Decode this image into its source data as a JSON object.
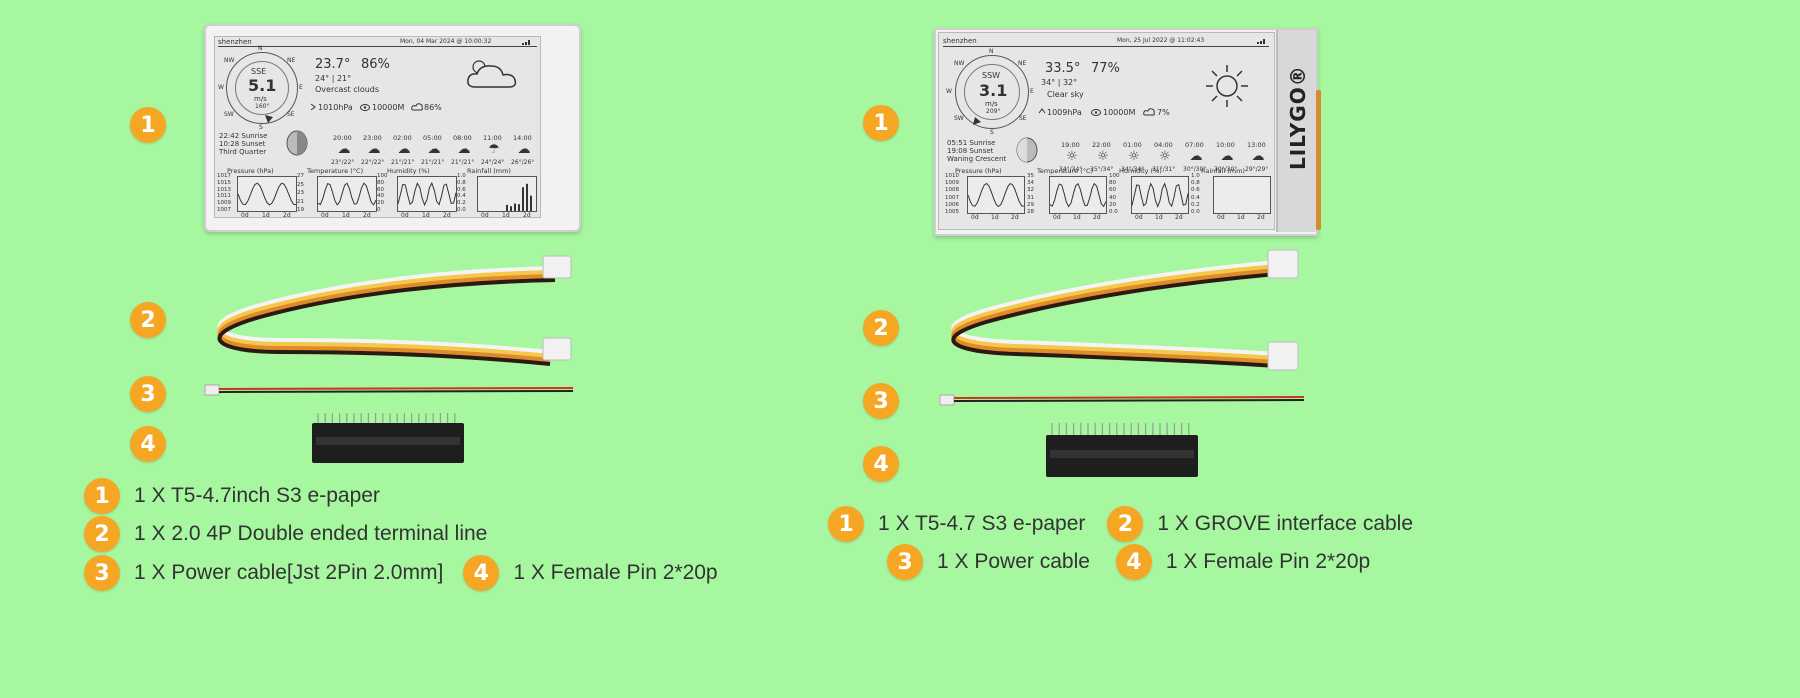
{
  "left": {
    "badges": [
      "1",
      "2",
      "3",
      "4"
    ],
    "device": {
      "city": "shenzhen",
      "datetime": "Mon, 04 Mar 2024 @ 10:00:32",
      "wind_dir": "SSE",
      "wind_speed": "5.1",
      "wind_unit": "m/s",
      "wind_deg": "160°",
      "compass": [
        "N",
        "NE",
        "E",
        "SE",
        "S",
        "SW",
        "W",
        "NW"
      ],
      "temp": "23.7°",
      "humidity": "86%",
      "hi_lo": "24° | 21°",
      "condition": "Overcast clouds",
      "pressure": "1010hPa",
      "visibility": "10000M",
      "cloud": "86%",
      "sunrise": "22:42 Sunrise",
      "sunset": "10:28 Sunset",
      "moon": "Third Quarter",
      "hours": [
        "20:00",
        "23:00",
        "02:00",
        "05:00",
        "08:00",
        "11:00",
        "14:00"
      ],
      "temps": [
        "23°/22°",
        "22°/22°",
        "21°/21°",
        "21°/21°",
        "21°/21°",
        "24°/24°",
        "26°/26°"
      ],
      "chart_titles": [
        "Pressure (hPa)",
        "Temperature (°C)",
        "Humidity (%)",
        "Rainfall (mm)"
      ],
      "pressure_ticks": [
        "1017",
        "1015",
        "1013",
        "1011",
        "1009",
        "1007"
      ],
      "temp_ticks": [
        "27",
        "25",
        "23",
        "21",
        "19"
      ],
      "hum_ticks": [
        "100",
        "80",
        "60",
        "40",
        "20",
        "0"
      ],
      "rain_ticks": [
        "1.0",
        "0.8",
        "0.6",
        "0.4",
        "0.2",
        "0.0"
      ],
      "days": [
        "0d",
        "1d",
        "2d"
      ]
    },
    "items": [
      {
        "num": "1",
        "text": "1 X T5-4.7inch S3 e-paper"
      },
      {
        "num": "2",
        "text": "1 X 2.0  4P Double ended terminal line"
      },
      {
        "num": "3",
        "text": "1 X Power cable[Jst 2Pin 2.0mm]"
      },
      {
        "num": "4",
        "text": "1 X Female Pin 2*20p"
      }
    ]
  },
  "right": {
    "badges": [
      "1",
      "2",
      "3",
      "4"
    ],
    "device": {
      "city": "shenzhen",
      "datetime": "Mon, 25 Jul 2022 @ 11:02:43",
      "wind_dir": "SSW",
      "wind_speed": "3.1",
      "wind_unit": "m/s",
      "wind_deg": "209°",
      "compass": [
        "N",
        "NE",
        "E",
        "SE",
        "S",
        "SW",
        "W",
        "NW"
      ],
      "temp": "33.5°",
      "humidity": "77%",
      "hi_lo": "34° | 32°",
      "condition": "Clear sky",
      "pressure": "1009hPa",
      "visibility": "10000M",
      "cloud": "7%",
      "sunrise": "05:51 Sunrise",
      "sunset": "19:08 Sunset",
      "moon": "Waning Crescent",
      "hours": [
        "19:00",
        "22:00",
        "01:00",
        "04:00",
        "07:00",
        "10:00",
        "13:00"
      ],
      "temps": [
        "34°/34°",
        "35°/34°",
        "34°/34°",
        "31°/31°",
        "30°/30°",
        "30°/30°",
        "29°/29°"
      ],
      "chart_titles": [
        "Pressure (hPa)",
        "Temperature (°C)",
        "Humidity (%)",
        "Rainfall (mm)"
      ],
      "pressure_ticks": [
        "1010",
        "1009",
        "1008",
        "1007",
        "1006",
        "1005"
      ],
      "temp_ticks": [
        "35",
        "34",
        "32",
        "31",
        "29",
        "28"
      ],
      "hum_ticks": [
        "100",
        "80",
        "60",
        "40",
        "20",
        "0.0"
      ],
      "rain_ticks": [
        "1.0",
        "0.8",
        "0.6",
        "0.4",
        "0.2",
        "0.0"
      ],
      "days": [
        "0d",
        "1d",
        "2d"
      ],
      "brand": "LILYGO®"
    },
    "items": [
      {
        "num": "1",
        "text": "1 X T5-4.7 S3 e-paper"
      },
      {
        "num": "2",
        "text": "1 X GROVE interface cable"
      },
      {
        "num": "3",
        "text": "1 X Power cable"
      },
      {
        "num": "4",
        "text": "1 X Female Pin 2*20p"
      }
    ]
  },
  "colors": {
    "background": "#a6f7a0",
    "badge": "#f5a623"
  }
}
